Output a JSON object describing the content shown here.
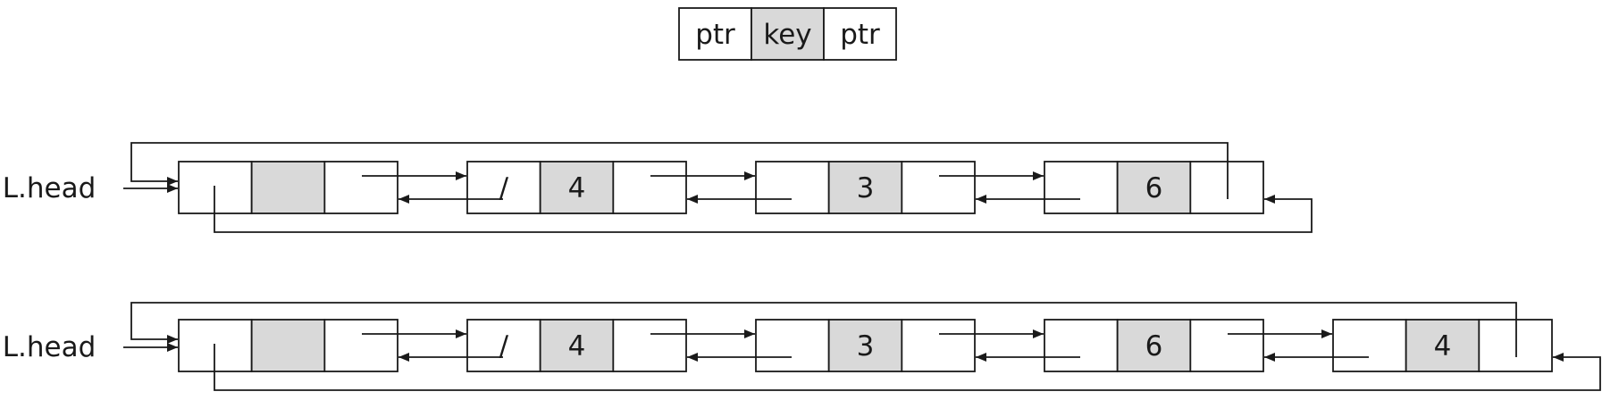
{
  "legend": {
    "cells": [
      "ptr",
      "key",
      "ptr"
    ]
  },
  "lists": [
    {
      "head_label": "L.head",
      "nodes": [
        {
          "prev": "",
          "key": "",
          "next": ""
        },
        {
          "prev": "/",
          "key": "4",
          "next": ""
        },
        {
          "prev": "",
          "key": "3",
          "next": ""
        },
        {
          "prev": "",
          "key": "6",
          "next": ""
        }
      ]
    },
    {
      "head_label": "L.head",
      "nodes": [
        {
          "prev": "",
          "key": "",
          "next": ""
        },
        {
          "prev": "/",
          "key": "4",
          "next": ""
        },
        {
          "prev": "",
          "key": "3",
          "next": ""
        },
        {
          "prev": "",
          "key": "6",
          "next": ""
        },
        {
          "prev": "",
          "key": "4",
          "next": ""
        }
      ]
    }
  ],
  "colors": {
    "key_fill": "#d9d9d9",
    "line": "#1a1a1a",
    "background": "#ffffff"
  }
}
